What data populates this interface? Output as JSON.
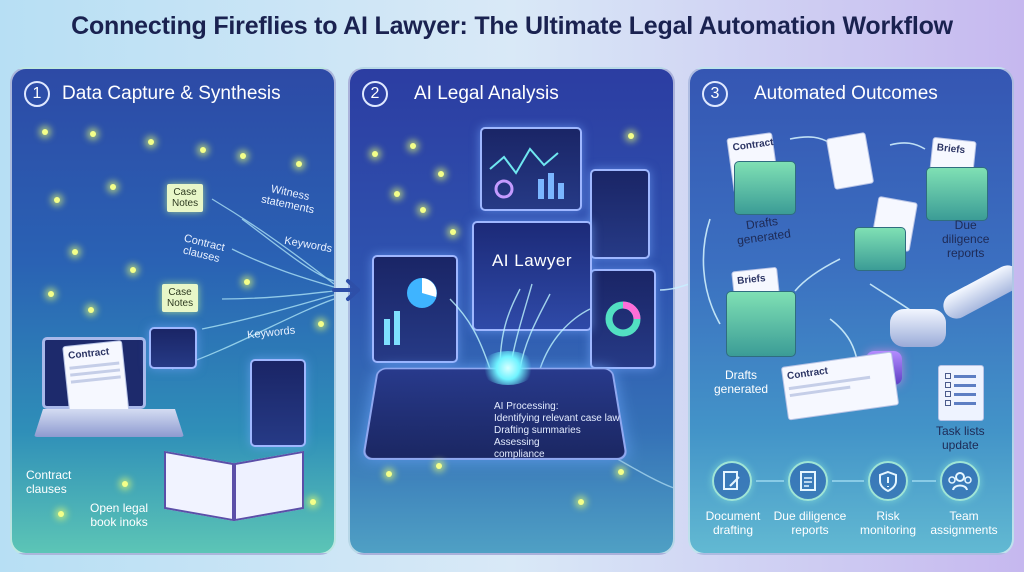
{
  "title": "Connecting Fireflies to AI Lawyer: The Ultimate Legal Automation Workflow",
  "panels": [
    {
      "number": "1",
      "title": "Data Capture & Synthesis",
      "notes": [
        "Case\nNotes",
        "Case\nNotes"
      ],
      "floating_labels": [
        "Witness\nstatements",
        "Contract\nclauses",
        "Keywords",
        "Keywords"
      ],
      "laptop_doc": "Contract",
      "bottom_labels": [
        "Contract\nclauses",
        "Open legal\nbook inoks"
      ]
    },
    {
      "number": "2",
      "title": "AI Legal Analysis",
      "center_screen": "AI Lawyer",
      "processing": {
        "heading": "AI Processing:",
        "lines": [
          "Identifying relevant case law",
          "Drafting summaries",
          "Assessing",
          "compliance"
        ]
      }
    },
    {
      "number": "3",
      "title": "Automated Outcomes",
      "documents": [
        "Contract",
        "Briefs",
        "Briefs",
        "Contract"
      ],
      "outcome_labels": [
        "Drafts\ngenerated",
        "Due\ndiligence\nreports",
        "Drafts\ngenerated",
        "Task lists\nupdate"
      ],
      "icons": [
        {
          "icon": "document-edit-icon",
          "label": "Document\ndrafting"
        },
        {
          "icon": "report-icon",
          "label": "Due diligence\nreports"
        },
        {
          "icon": "shield-alert-icon",
          "label": "Risk\nmonitoring"
        },
        {
          "icon": "team-icon",
          "label": "Team\nassignments"
        }
      ]
    }
  ]
}
